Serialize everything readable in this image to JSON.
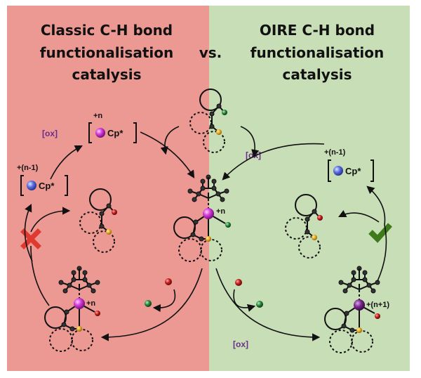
{
  "left_title": {
    "line1": "Classic C-H bond",
    "line2": "functionalisation",
    "line3": "catalysis"
  },
  "vs_label": "vs.",
  "right_title": {
    "line1": "OIRE C-H bond",
    "line2": "functionalisation",
    "line3": "catalysis"
  },
  "labels": {
    "cp": "Cp*",
    "ox": "[ox]",
    "charge_n": "+n",
    "charge_n_minus_1": "+(n-1)",
    "charge_n_plus_1": "+(n+1)"
  },
  "status": {
    "left": "cross-icon",
    "right": "check-icon"
  },
  "colors": {
    "left_bg": "#ec9893",
    "right_bg": "#c8deb6",
    "ox_text": "#6a2c8c",
    "metal_n": "#d23ad6",
    "metal_n_minus_1": "#5b6fe0",
    "metal_n_plus_1": "#7a2a8e",
    "red_atom": "#c42020",
    "green_atom": "#2c8a3c",
    "yellow_atom": "#e8b030",
    "cross": "#e03a30",
    "check": "#3e7a1c"
  }
}
